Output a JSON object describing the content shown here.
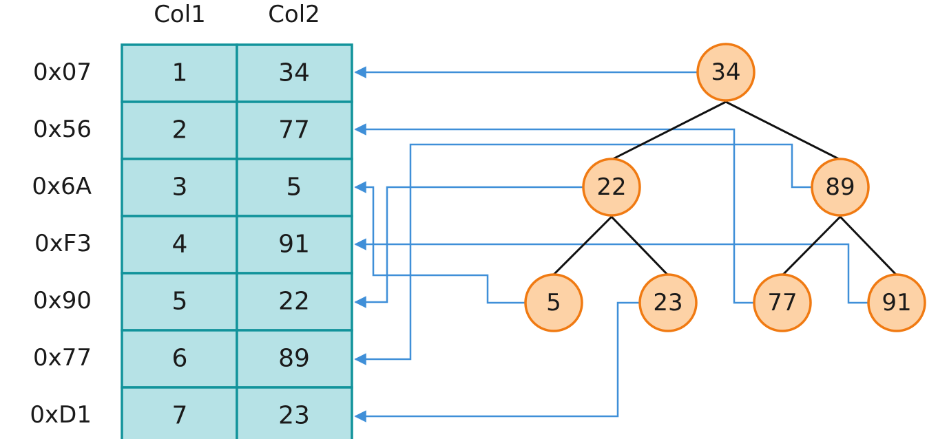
{
  "table": {
    "headers": [
      "Col1",
      "Col2"
    ],
    "rows": [
      {
        "address": "0x07",
        "col1": "1",
        "col2": "34"
      },
      {
        "address": "0x56",
        "col1": "2",
        "col2": "77"
      },
      {
        "address": "0x6A",
        "col1": "3",
        "col2": "5"
      },
      {
        "address": "0xF3",
        "col1": "4",
        "col2": "91"
      },
      {
        "address": "0x90",
        "col1": "5",
        "col2": "22"
      },
      {
        "address": "0x77",
        "col1": "6",
        "col2": "89"
      },
      {
        "address": "0xD1",
        "col1": "7",
        "col2": "23"
      }
    ]
  },
  "tree": {
    "nodes": [
      {
        "id": "n34",
        "label": "34"
      },
      {
        "id": "n22",
        "label": "22"
      },
      {
        "id": "n89",
        "label": "89"
      },
      {
        "id": "n5",
        "label": "5"
      },
      {
        "id": "n23",
        "label": "23"
      },
      {
        "id": "n77",
        "label": "77"
      },
      {
        "id": "n91",
        "label": "91"
      }
    ],
    "edges": [
      {
        "from": "n34",
        "to": "n22"
      },
      {
        "from": "n34",
        "to": "n89"
      },
      {
        "from": "n22",
        "to": "n5"
      },
      {
        "from": "n22",
        "to": "n23"
      },
      {
        "from": "n89",
        "to": "n77"
      },
      {
        "from": "n89",
        "to": "n91"
      }
    ],
    "pointers": [
      {
        "node": "n34",
        "row": 1
      },
      {
        "node": "n77",
        "row": 2
      },
      {
        "node": "n5",
        "row": 3
      },
      {
        "node": "n91",
        "row": 4
      },
      {
        "node": "n22",
        "row": 5
      },
      {
        "node": "n89",
        "row": 6
      },
      {
        "node": "n23",
        "row": 7
      }
    ]
  },
  "colors": {
    "table_fill": "#b6e2e6",
    "table_border": "#12939b",
    "node_fill": "#fdd2a6",
    "node_border": "#f07a12",
    "tree_edge": "#111111",
    "pointer_line": "#3f8fd8"
  }
}
